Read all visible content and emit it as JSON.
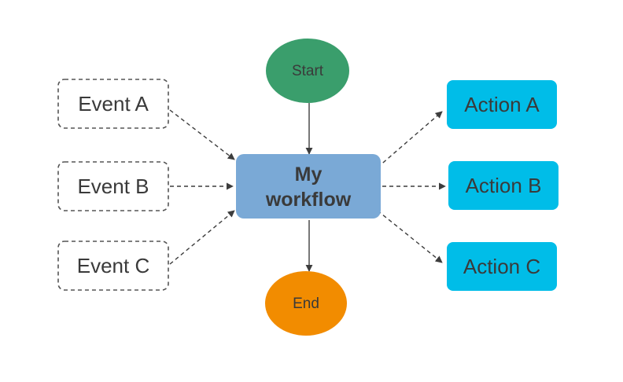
{
  "diagram": {
    "start": "Start",
    "end": "End",
    "workflow_line1": "My",
    "workflow_line2": "workflow",
    "events": [
      "Event A",
      "Event B",
      "Event C"
    ],
    "actions": [
      "Action A",
      "Action B",
      "Action C"
    ]
  },
  "colors": {
    "start_fill": "#3a9e6c",
    "end_fill": "#f28c00",
    "workflow_fill": "#7aa9d6",
    "action_fill": "#00bde8",
    "event_border": "#555555",
    "arrow": "#3d3d3d"
  }
}
